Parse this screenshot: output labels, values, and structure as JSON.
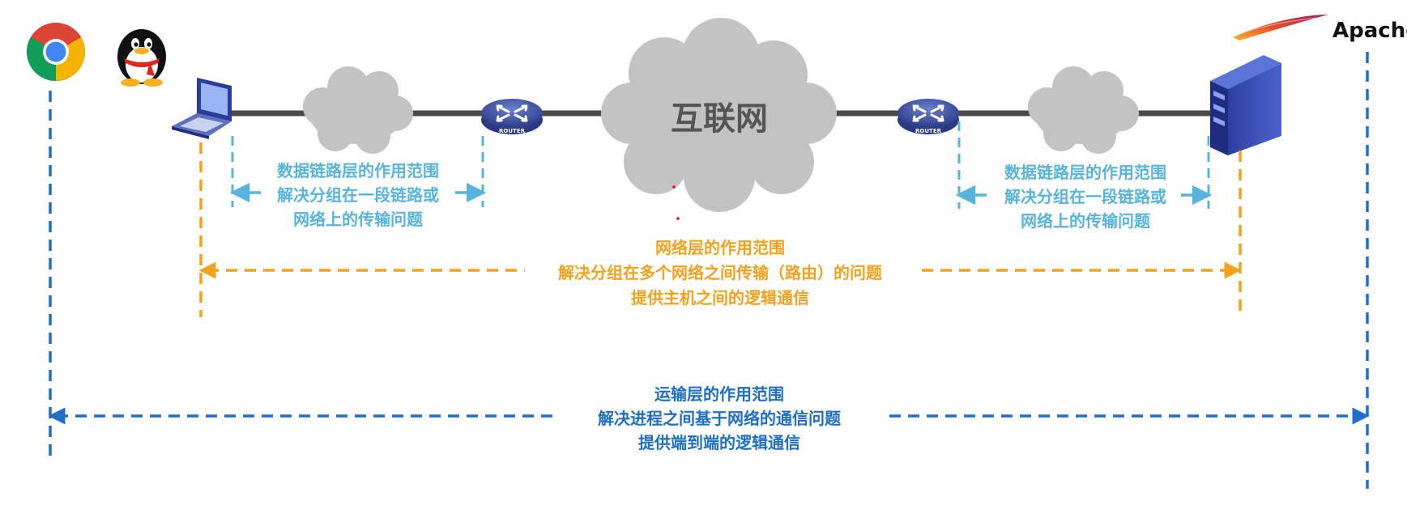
{
  "network": {
    "internet_label": "互联网",
    "router_label": "ROUTER"
  },
  "server": {
    "apache_label": "Apache"
  },
  "data_link_left": {
    "lines": [
      "数据链路层的作用范围",
      "解决分组在一段链路或",
      "网络上的传输问题"
    ]
  },
  "data_link_right": {
    "lines": [
      "数据链路层的作用范围",
      "解决分组在一段链路或",
      "网络上的传输问题"
    ]
  },
  "network_layer": {
    "lines": [
      "网络层的作用范围",
      "解决分组在多个网络之间传输（路由）的问题",
      "提供主机之间的逻辑通信"
    ]
  },
  "transport_layer": {
    "lines": [
      "运输层的作用范围",
      "解决进程之间基于网络的通信问题",
      "提供端到端的逻辑通信"
    ]
  },
  "colors": {
    "data_link": "#58b4dc",
    "network": "#f2a21c",
    "transport": "#1f6fc6",
    "cloud": "#c3c3c3",
    "link": "#4a4a4a",
    "router": "#3a4c9a"
  }
}
